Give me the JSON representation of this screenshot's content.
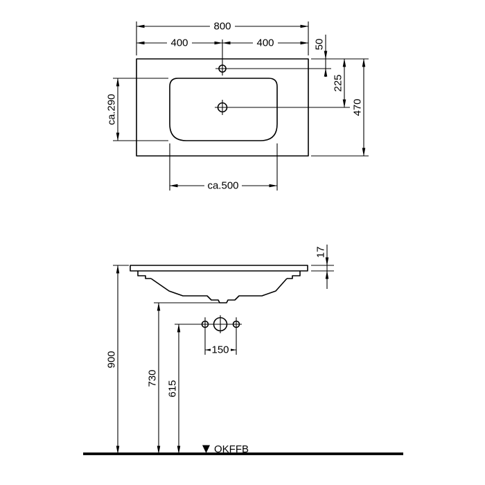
{
  "drawing": {
    "colors": {
      "line": "#000000",
      "background": "#ffffff"
    },
    "top_view": {
      "width_total": "800",
      "width_left_half": "400",
      "width_right_half": "400",
      "tap_hole_offset": "50",
      "drain_offset": "225",
      "depth_total": "470",
      "bowl_depth": "ca.290",
      "bowl_width": "ca.500"
    },
    "front_view": {
      "rim_thickness": "17",
      "tap_hole_spacing": "150",
      "height_rim": "900",
      "height_underside": "730",
      "height_tap_holes": "615",
      "floor_label": "OKFFB"
    }
  }
}
